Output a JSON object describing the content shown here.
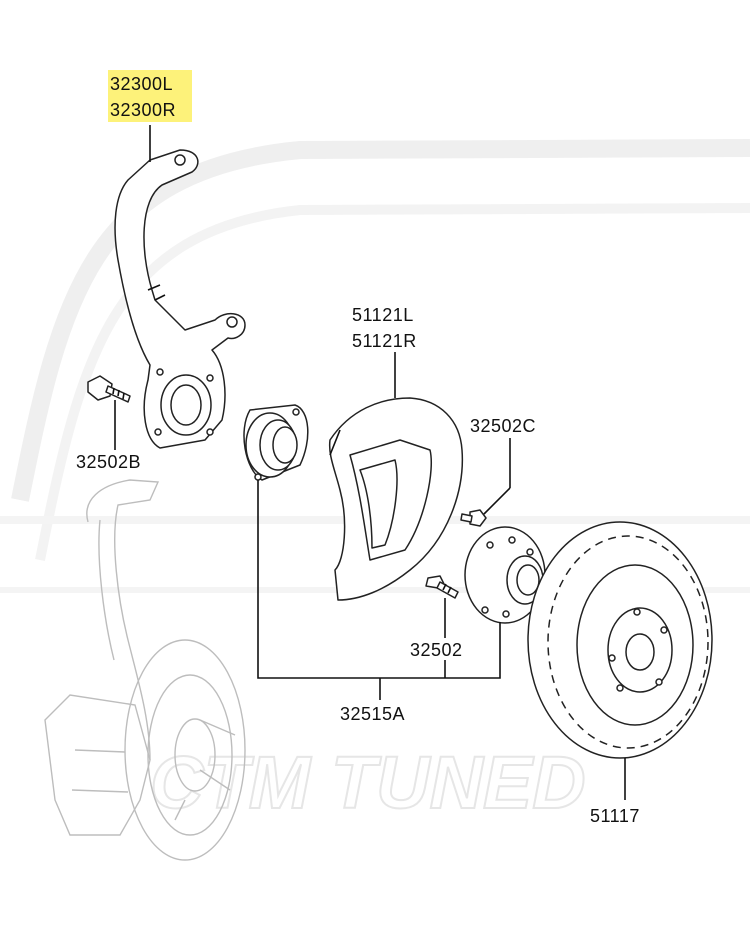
{
  "watermark": {
    "text": "CTM TUNED"
  },
  "highlight_color": "#fdf27a",
  "labels": {
    "knuckle_left": "32300L",
    "knuckle_right": "32300R",
    "bolt_b": "32502B",
    "shield_left": "51121L",
    "shield_right": "51121R",
    "bolt_c": "32502C",
    "stud": "32502",
    "hub_assembly": "32515A",
    "rotor": "51117"
  },
  "icons": {
    "knuckle": "steering-knuckle-icon",
    "bearing": "hub-bearing-icon",
    "shield": "dust-shield-icon",
    "hub": "wheel-hub-icon",
    "rotor": "brake-rotor-icon",
    "bolt": "bolt-icon"
  }
}
